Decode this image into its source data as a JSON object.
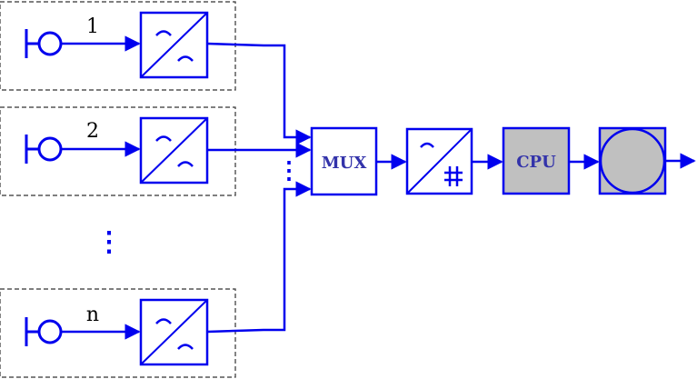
{
  "diagram": {
    "colors": {
      "stroke": "#0000ee",
      "gray_fill": "#c0c0c0",
      "dash": "#333333",
      "text": "#000000",
      "block_text": "#3333aa"
    },
    "channels": [
      {
        "label": "1"
      },
      {
        "label": "2"
      },
      {
        "label": "n"
      }
    ],
    "mux_label": "MUX",
    "cpu_label": "CPU",
    "vertical_ellipsis": "⋮",
    "icons": {
      "sensor": "sensor-icon",
      "analog_filter": "analog-filter-icon",
      "adc": "adc-icon",
      "output_disk": "circle-output-icon"
    }
  }
}
